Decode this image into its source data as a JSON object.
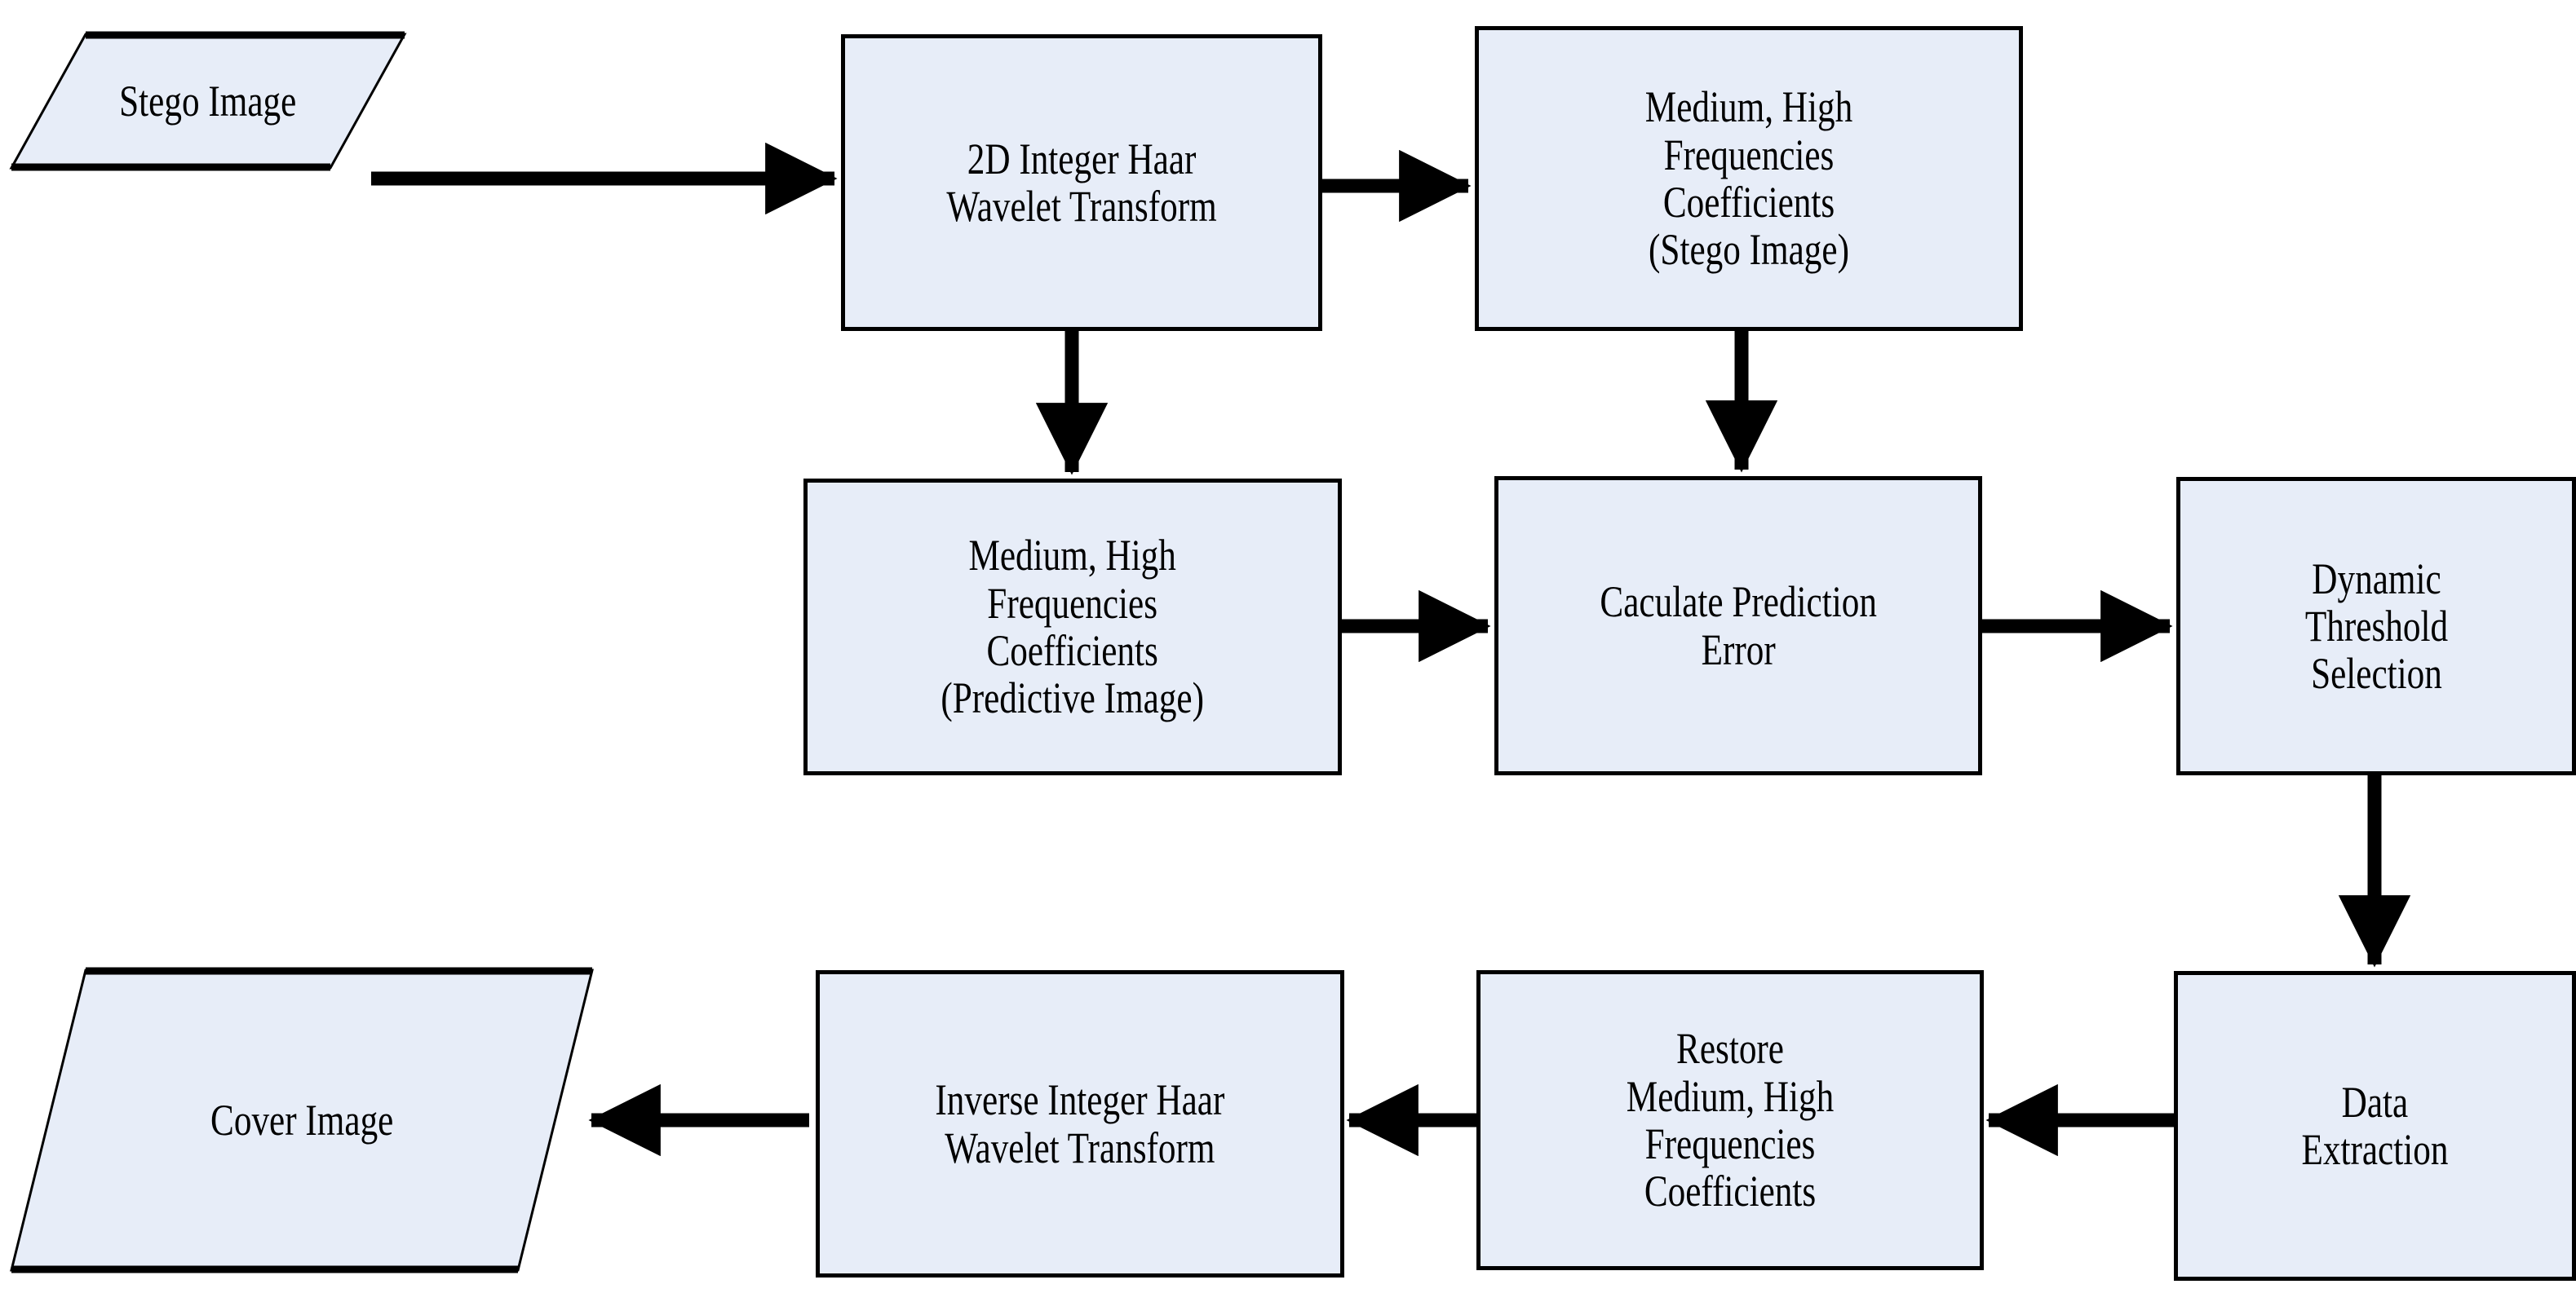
{
  "diagram": {
    "title": "Data extraction flowchart (Integer Haar Wavelet steganography)",
    "background_color": "#ffffff",
    "node_fill_color": "#e7edf8",
    "node_border_color": "#000000",
    "arrow_color": "#000000",
    "nodes": [
      {
        "id": "stego-image",
        "shape": "parallelogram",
        "label": "Stego Image"
      },
      {
        "id": "haar-transform",
        "shape": "rectangle",
        "label": "2D Integer Haar\nWavelet Transform"
      },
      {
        "id": "coef-stego",
        "shape": "rectangle",
        "label": "Medium, High\nFrequencies\nCoefficients\n(Stego Image)"
      },
      {
        "id": "coef-predictive",
        "shape": "rectangle",
        "label": "Medium, High\nFrequencies\nCoefficients\n(Predictive Image)"
      },
      {
        "id": "prediction-error",
        "shape": "rectangle",
        "label": "Caculate Prediction\nError"
      },
      {
        "id": "threshold-selection",
        "shape": "rectangle",
        "label": "Dynamic\nThreshold\nSelection"
      },
      {
        "id": "data-extraction",
        "shape": "rectangle",
        "label": "Data\nExtraction"
      },
      {
        "id": "restore-coef",
        "shape": "rectangle",
        "label": "Restore\nMedium, High\nFrequencies\nCoefficients"
      },
      {
        "id": "inverse-haar",
        "shape": "rectangle",
        "label": "Inverse Integer Haar\nWavelet Transform"
      },
      {
        "id": "cover-image",
        "shape": "parallelogram",
        "label": "Cover Image"
      }
    ],
    "edges": [
      {
        "id": "e1",
        "from": "stego-image",
        "to": "haar-transform",
        "direction": "right"
      },
      {
        "id": "e2",
        "from": "haar-transform",
        "to": "coef-stego",
        "direction": "right"
      },
      {
        "id": "e3",
        "from": "haar-transform",
        "to": "coef-predictive",
        "direction": "down"
      },
      {
        "id": "e4",
        "from": "coef-stego",
        "to": "prediction-error",
        "direction": "down"
      },
      {
        "id": "e5",
        "from": "coef-predictive",
        "to": "prediction-error",
        "direction": "right"
      },
      {
        "id": "e6",
        "from": "prediction-error",
        "to": "threshold-selection",
        "direction": "right"
      },
      {
        "id": "e7",
        "from": "threshold-selection",
        "to": "data-extraction",
        "direction": "down"
      },
      {
        "id": "e8",
        "from": "data-extraction",
        "to": "restore-coef",
        "direction": "left"
      },
      {
        "id": "e9",
        "from": "restore-coef",
        "to": "inverse-haar",
        "direction": "left"
      },
      {
        "id": "e10",
        "from": "inverse-haar",
        "to": "cover-image",
        "direction": "left"
      }
    ]
  }
}
